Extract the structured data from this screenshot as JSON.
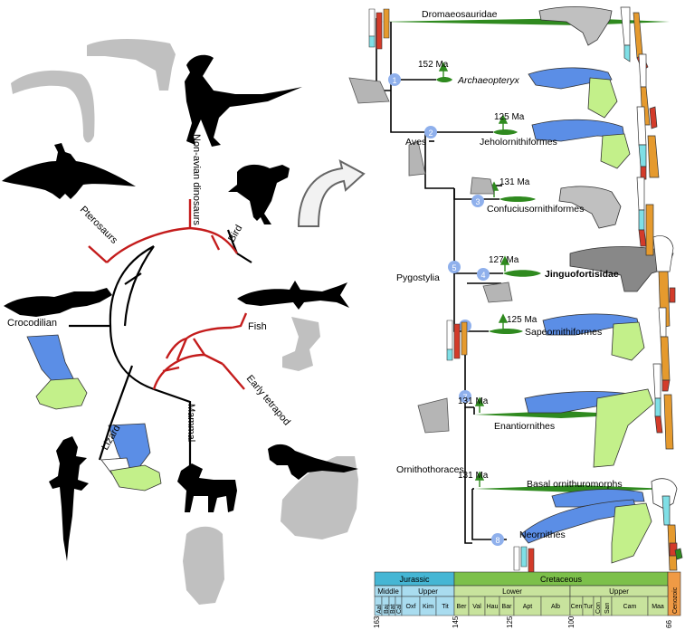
{
  "left_panel": {
    "labels": {
      "non_avian": "Non-avian dinosaurs",
      "bird": "Bird",
      "pterosaurs": "Pterosaurs",
      "crocodilian": "Crocodilian",
      "fish": "Fish",
      "early_tetrapod": "Early tetrapod",
      "mammal": "Mammal",
      "lizard": "Lizard"
    },
    "colors": {
      "red_branch": "#c41c1c",
      "black_branch": "#000000",
      "grey_bone": "#c0c0c0",
      "blue_bone": "#5b8ee6",
      "green_bone": "#c3f08a"
    }
  },
  "right_panel": {
    "clades": {
      "dromaeosauridae": "Dromaeosauridae",
      "archaeopteryx": "Archaeopteryx",
      "jeholornithiformes": "Jeholornithiformes",
      "confuciusornithiformes": "Confuciusornithiformes",
      "jinguofortisidae": "Jinguofortisidae",
      "sapeornithiformes": "Sapeornithiformes",
      "enantiornithes": "Enantiornithes",
      "basal_ornithuromorphs": "Basal ornithuromorphs",
      "neornithes": "Neornithes"
    },
    "nodes": {
      "aves": "Aves",
      "pygostylia": "Pygostylia",
      "ornithothoraces": "Ornithothoraces"
    },
    "node_numbers": [
      "1",
      "2",
      "3",
      "4",
      "5",
      "6",
      "7",
      "8"
    ],
    "ages": {
      "archaeopteryx": "152 Ma",
      "jeholornithiformes": "125 Ma",
      "confuciusornithiformes": "131 Ma",
      "jinguofortisidae": "127 Ma",
      "sapeornithiformes": "125 Ma",
      "enantiornithes": "131 Ma",
      "basal_ornithuromorphs": "131 Ma"
    },
    "colors": {
      "range_green": "#2f8a1f",
      "node_circle": "#8fb0ec",
      "blue_bone": "#5b8ee6",
      "green_bone": "#c3f08a",
      "orange_bone": "#e59a2e",
      "cyan_bone": "#7fdfe6",
      "red_bone": "#d33b2a"
    }
  },
  "timescale": {
    "periods": {
      "jurassic": "Jurassic",
      "cretaceous": "Cretaceous",
      "cenozoic": "Cenozoic"
    },
    "epochs": {
      "middle": "Middle",
      "upper_j": "Upper",
      "lower": "Lower",
      "upper_k": "Upper"
    },
    "stages": {
      "aal": "Aal",
      "baj": "Baj",
      "bat": "Bat",
      "cal": "Cal",
      "oxf": "Oxf",
      "kim": "Kim",
      "tit": "Tit",
      "ber": "Ber",
      "val": "Val",
      "hau": "Hau",
      "bar": "Bar",
      "apt": "Apt",
      "alb": "Alb",
      "cen": "Cen",
      "tur": "Tur",
      "con": "Con",
      "san": "San",
      "cam": "Cam",
      "maa": "Maa"
    },
    "ticks": {
      "t163": "163",
      "t145": "145",
      "t125": "125",
      "t100": "100",
      "t66": "66"
    },
    "colors": {
      "jurassic": "#45b6d4",
      "jurassic_light": "#a9dcef",
      "cretaceous": "#7cc04a",
      "cretaceous_light": "#c8e39d",
      "cenozoic": "#f09a45"
    }
  }
}
